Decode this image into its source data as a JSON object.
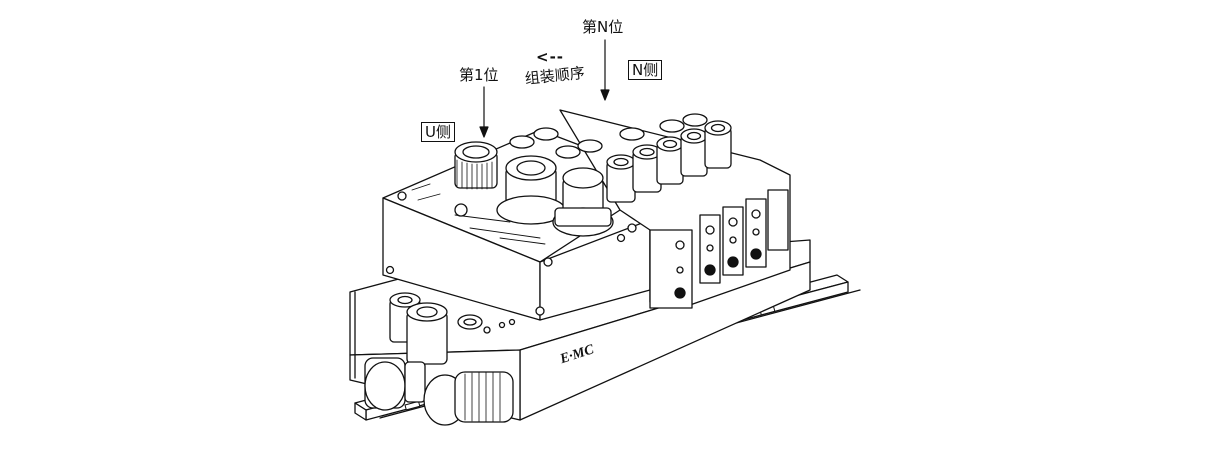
{
  "labels": {
    "pos_first": "第1位",
    "assembly_arrow": "<--",
    "assembly_order": "组装顺序",
    "pos_n": "第N位",
    "side_u": "U侧",
    "side_n": "N侧"
  },
  "logo": "E·MC",
  "icons": [
    "pointer-arrow-down-icon",
    "pointer-arrow-down-icon"
  ],
  "colors": {
    "line": "#111111",
    "background": "#ffffff"
  }
}
